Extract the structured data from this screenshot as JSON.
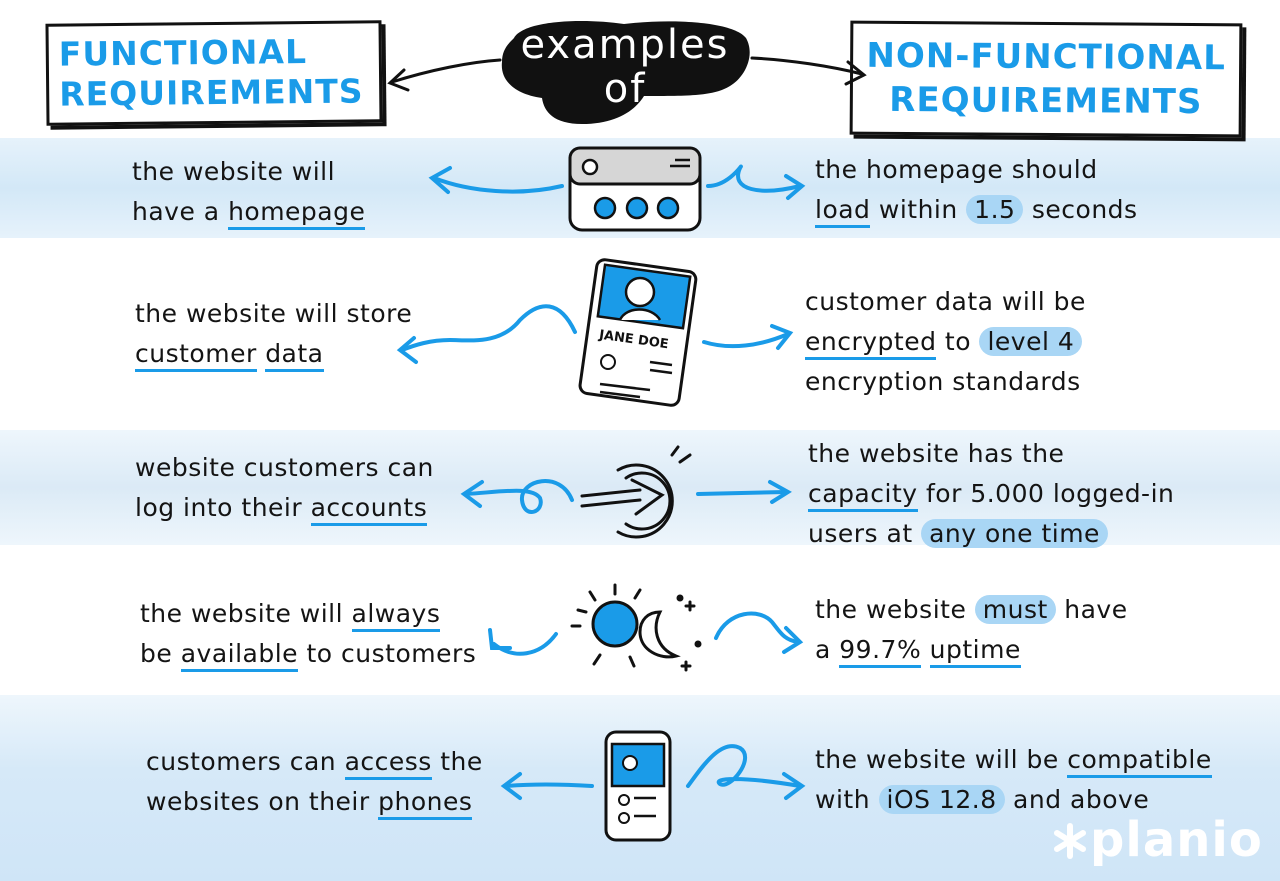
{
  "header": {
    "left_title_line1": "FUNCTIONAL",
    "left_title_line2": "REQUIREMENTS",
    "center_line1": "examples",
    "center_line2": "of",
    "right_title_line1": "NON-FUNCTIONAL",
    "right_title_line2": "REQUIREMENTS"
  },
  "rows": [
    {
      "functional": {
        "line1": "the website will",
        "line2_pre": "have a ",
        "line2_u": "homepage"
      },
      "icon": "browser-window-icon",
      "nonfunctional": {
        "line1": "the homepage should",
        "line2_u": "load",
        "line2_mid": " within ",
        "line2_hl": "1.5",
        "line2_post": " seconds"
      }
    },
    {
      "functional": {
        "line1": "the website will store",
        "line2_u1": "customer",
        "line2_sep": " ",
        "line2_u2": "data"
      },
      "icon": "customer-profile-card-icon",
      "card_name": "JANE DOE",
      "nonfunctional": {
        "line1": "customer data will be",
        "line2_u": "encrypted",
        "line2_mid": " to ",
        "line2_hl": "level 4",
        "line3": "encryption standards"
      }
    },
    {
      "functional": {
        "line1": "website customers can",
        "line2_pre": "log into their ",
        "line2_u": "accounts"
      },
      "icon": "login-arrow-icon",
      "nonfunctional": {
        "line1": "the website has the",
        "line2_u": "capacity",
        "line2_post": " for 5.000 logged-in",
        "line3_pre": "users at ",
        "line3_hl": "any one time"
      }
    },
    {
      "functional": {
        "line1_pre": "the website will ",
        "line1_u": "always",
        "line2_pre": "be ",
        "line2_u": "available",
        "line2_post": " to customers"
      },
      "icon": "sun-and-moon-icon",
      "nonfunctional": {
        "line1_pre": "the website ",
        "line1_hl": "must",
        "line1_post": " have",
        "line2_pre": "a ",
        "line2_u1": "99.7%",
        "line2_sep": " ",
        "line2_u2": "uptime"
      }
    },
    {
      "functional": {
        "line1_pre": "customers can ",
        "line1_u": "access",
        "line1_post": " the",
        "line2_pre": "websites on their ",
        "line2_u": "phones"
      },
      "icon": "smartphone-icon",
      "nonfunctional": {
        "line1_pre": "the website will be ",
        "line1_u": "compatible",
        "line2_pre": "with ",
        "line2_hl": "iOS 12.8",
        "line2_post": " and above"
      }
    }
  ],
  "brand": "planio",
  "colors": {
    "accent": "#1a9be8",
    "highlight": "#a9d6f5",
    "ink": "#141414",
    "band": "#dcedf9"
  }
}
